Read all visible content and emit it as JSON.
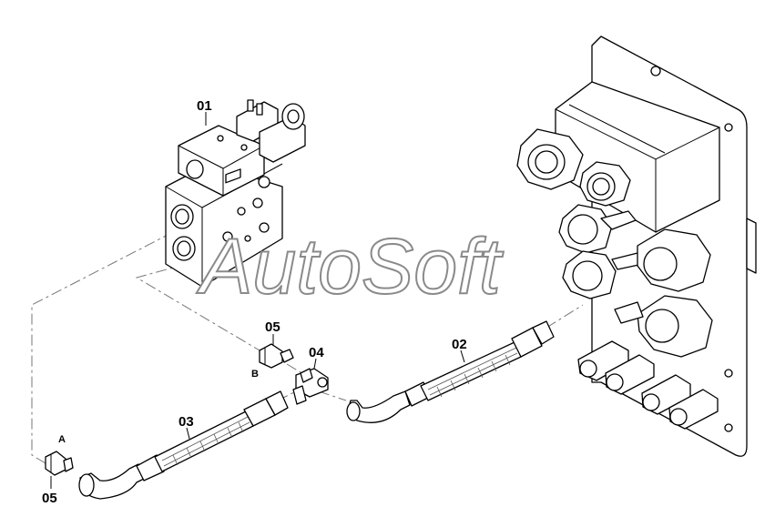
{
  "callouts": {
    "valve": "01",
    "hose_right": "02",
    "hose_left": "03",
    "tee": "04",
    "adapter_b": "05",
    "adapter_a": "05"
  },
  "port_letters": {
    "b": "B",
    "a": "A"
  },
  "watermark": {
    "text": "AutoSoft"
  },
  "colors": {
    "line": "#000000",
    "watermark_outline": "#8a8a8a",
    "background": "#ffffff"
  }
}
